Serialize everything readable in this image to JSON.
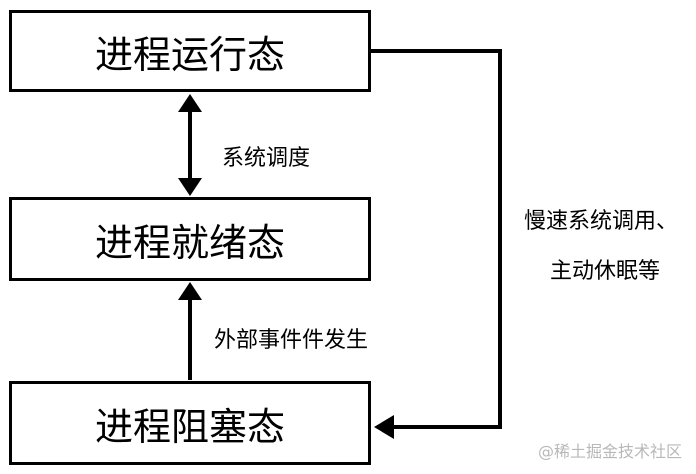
{
  "states": {
    "running": "进程运行态",
    "ready": "进程就绪态",
    "blocked": "进程阻塞态"
  },
  "transitions": {
    "scheduling": "系统调度",
    "external_event": "外部事件件发生",
    "slow_call_line1": "慢速系统调用、",
    "slow_call_line2": "主动休眠等"
  },
  "watermark": "@稀土掘金技术社区",
  "colors": {
    "line": "#000000",
    "background": "#ffffff",
    "watermark": "#b8b8b8"
  }
}
